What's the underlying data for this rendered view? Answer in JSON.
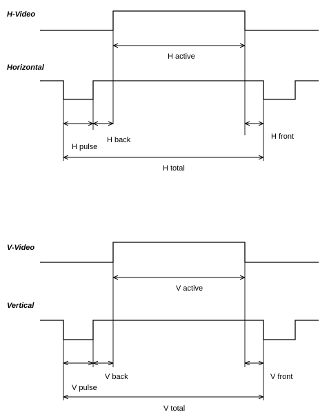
{
  "horizontal": {
    "video_title": "H-Video",
    "sync_title": "Horizontal",
    "active_label": "H active",
    "pulse_label": "H pulse",
    "back_label": "H back",
    "front_label": "H front",
    "total_label": "H total"
  },
  "vertical": {
    "video_title": "V-Video",
    "sync_title": "Vertical",
    "active_label": "V active",
    "pulse_label": "V pulse",
    "back_label": "V back",
    "front_label": "V front",
    "total_label": "V total"
  }
}
